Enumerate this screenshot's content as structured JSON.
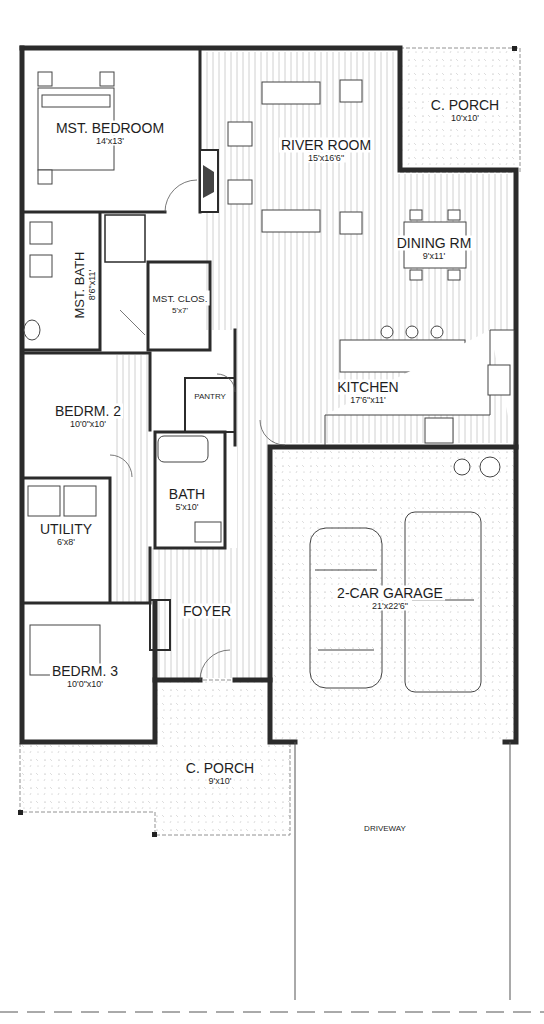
{
  "diagram": {
    "nodes": [
      {
        "text": [
          "MST. BEDROOM",
          "14'x13'"
        ]
      },
      {
        "text": [
          "RIVER ROOM",
          "15'x16'6\""
        ]
      },
      {
        "text": [
          "C. PORCH",
          "10'x10'"
        ]
      },
      {
        "text": [
          "DINING RM",
          "9'x11'"
        ]
      },
      {
        "text": [
          "MST. BATH",
          "8'6\"x11'"
        ]
      },
      {
        "text": [
          "MST. CLOS.",
          "5'x7'"
        ]
      },
      {
        "text": [
          "PANTRY"
        ]
      },
      {
        "text": [
          "BEDRM. 2",
          "10'0\"x10'"
        ]
      },
      {
        "text": [
          "KITCHEN",
          "17'6\"x11'"
        ]
      },
      {
        "text": [
          "BATH",
          "5'x10'"
        ]
      },
      {
        "text": [
          "UTILITY",
          "6'x8'"
        ]
      },
      {
        "text": [
          "2-CAR GARAGE",
          "21'x22'6\""
        ]
      },
      {
        "text": [
          "FOYER"
        ]
      },
      {
        "text": [
          "BEDRM. 3",
          "10'0\"x10'"
        ]
      },
      {
        "text": [
          "C. PORCH",
          "9'x10'"
        ]
      }
    ],
    "labels": [
      "DRIVEWAY"
    ]
  }
}
